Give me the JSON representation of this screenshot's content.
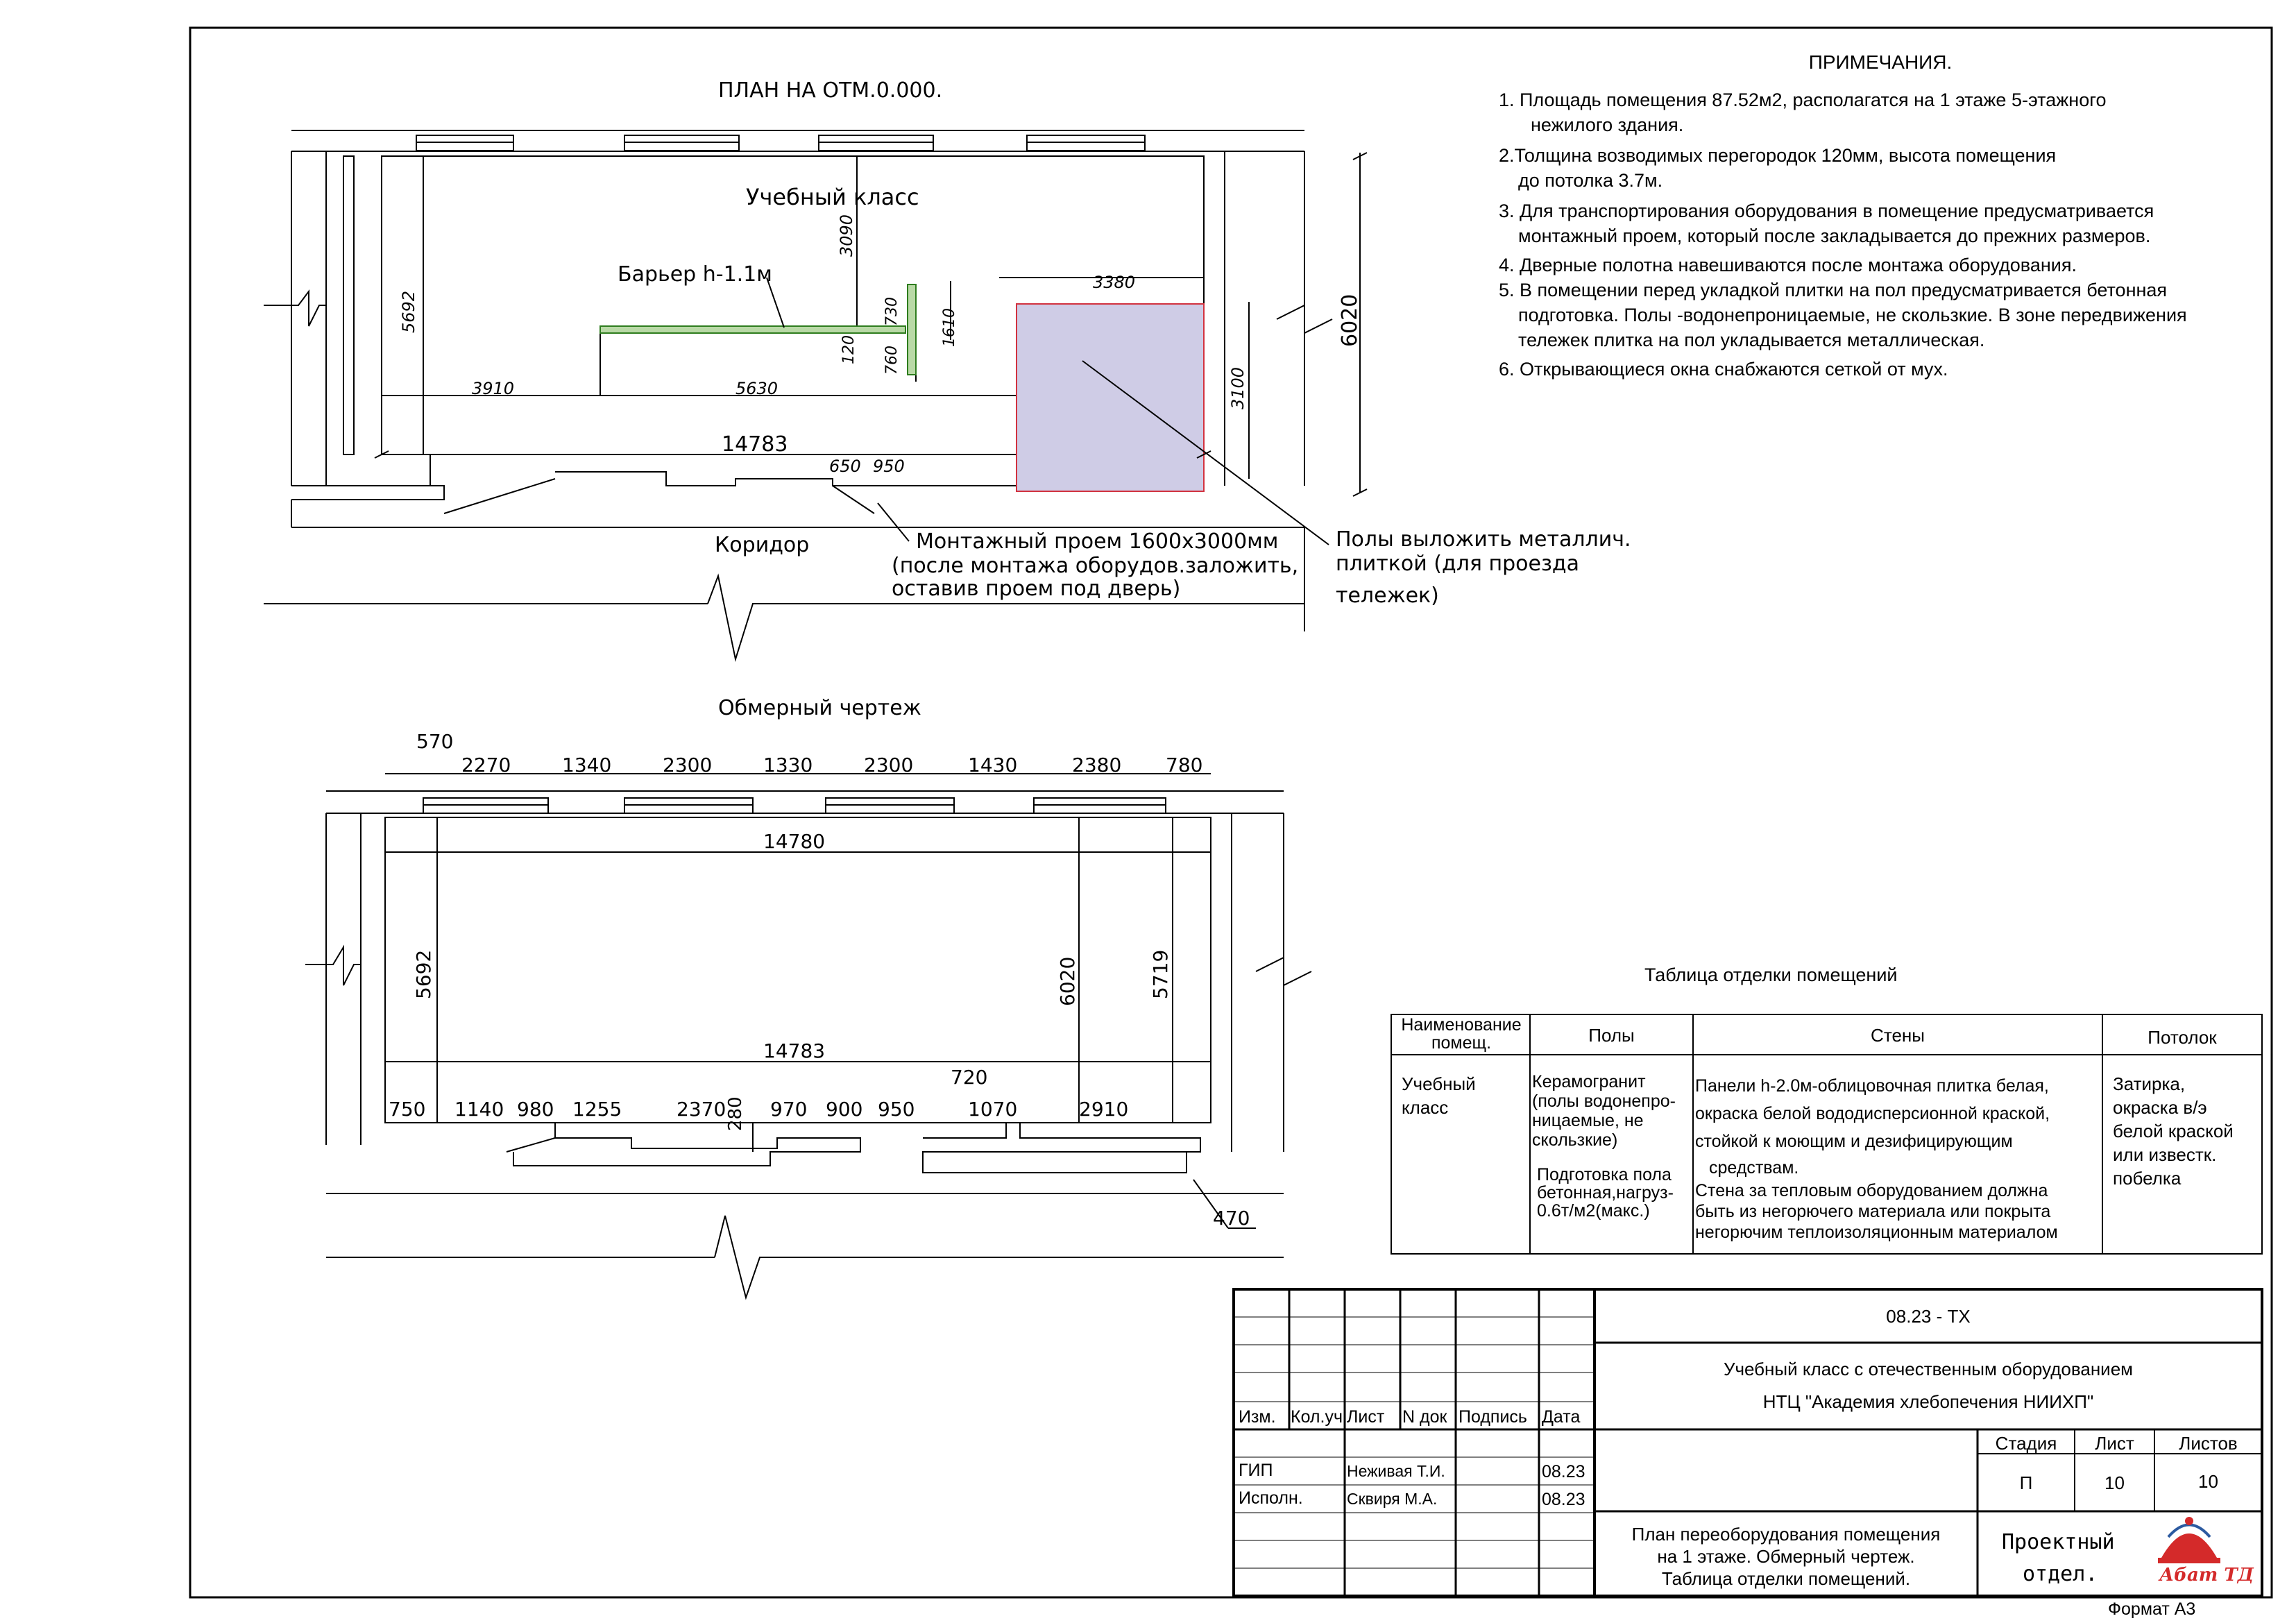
{
  "plan": {
    "title": "ПЛАН НА ОТМ.0.000.",
    "room_label": "Учебный класс",
    "corridor_label": "Коридор",
    "barrier_label": "Барьер h-1.1м",
    "opening_label": [
      "Монтажный проем 1600х3000мм",
      "(после монтажа оборудов.заложить,",
      "оставив проем под дверь)"
    ],
    "floor_label": [
      "Полы выложить металлич.",
      "плиткой (для проезда",
      "тележек)"
    ],
    "dims": {
      "d3090": "3090",
      "d5692": "5692",
      "d3910": "3910",
      "d5630": "5630",
      "d14783": "14783",
      "d650": "650",
      "d950": "950",
      "d3380": "3380",
      "d3100": "3100",
      "d6020": "6020",
      "d730": "730",
      "d1610": "1610",
      "d120": "120",
      "d760": "760"
    }
  },
  "survey": {
    "title": "Обмерный чертеж",
    "top_dims": [
      "570",
      "2270",
      "1340",
      "2300",
      "1330",
      "2300",
      "1430",
      "2380",
      "780"
    ],
    "d14780": "14780",
    "d5692": "5692",
    "d6020": "6020",
    "d5719": "5719",
    "d14783": "14783",
    "bottom_dims": [
      "750",
      "1140",
      "980",
      "1255",
      "2370",
      "280",
      "970",
      "900",
      "950",
      "1070",
      "2910"
    ],
    "d720": "720",
    "d470": "470"
  },
  "notes": {
    "header": "ПРИМЕЧАНИЯ.",
    "items": [
      [
        "1.  Площадь помещения 87.52м2, располагатся на 1 этаже 5-этажного",
        "нежилого здания."
      ],
      [
        "2.Толщина возводимых перегородок 120мм, высота помещения",
        "до потолка 3.7м."
      ],
      [
        "3. Для транспортирования оборудования в помещение предусматривается",
        "монтажный проем, который после закладывается до прежних размеров."
      ],
      [
        "4. Дверные полотна навешиваются после монтажа оборудования."
      ],
      [
        "5. В помещении перед укладкой плитки на пол предусматривается бетонная",
        "подготовка. Полы -водонепроницаемые, не скользкие. В зоне передвижения",
        "тележек плитка на пол укладывается металлическая."
      ],
      [
        "6. Открывающиеся окна снабжаются сеткой от мух."
      ]
    ]
  },
  "finish_table": {
    "caption": "Таблица отделки помещений",
    "headers": {
      "name": "Наименование помещ.",
      "floors": "Полы",
      "walls": "Стены",
      "ceiling": "Потолок"
    },
    "row": {
      "name": "Учебный класс",
      "floors_1": "Керамогранит (полы водонепро- ницаемые, не скользкие)",
      "floors_2": "Подготовка пола бетонная,нагруз- 0.6т/м2(макс.)",
      "walls": [
        "Панели h-2.0м-облицовочная плитка белая,",
        "окраска белой вододисперсионной краской,",
        "стойкой к моющим и дезифицирующим",
        "средствам.",
        "Стена за тепловым оборудованием должна",
        "быть из негорючего материала или покрыта",
        "негорючим теплоизоляционным материалом"
      ],
      "ceiling": [
        "Затирка,",
        "окраска в/э",
        "белой краской",
        "или известк.",
        "побелка"
      ]
    }
  },
  "title_block": {
    "code": "08.23 - ТХ",
    "project": "Учебный класс с отечественным оборудованием",
    "org": "НТЦ \"Академия хлебопечения НИИХП\"",
    "columns": [
      "Изм.",
      "Кол.уч",
      "Лист",
      "N док",
      "Подпись",
      "Дата"
    ],
    "rows": [
      {
        "role": "ГИП",
        "name": "Неживая Т.И.",
        "date": "08.23"
      },
      {
        "role": "Исполн.",
        "name": "Сквиря М.А.",
        "date": "08.23"
      }
    ],
    "stage_label": "Стадия",
    "sheet_label": "Лист",
    "sheets_label": "Листов",
    "stage": "П",
    "sheet": "10",
    "sheets": "10",
    "sheet_title": [
      "План переоборудования помещения",
      "на 1 этаже. Обмерный чертеж.",
      "Таблица отделки помещений."
    ],
    "dept": [
      "Проектный",
      "отдел."
    ],
    "logo_text": "Абат ТД",
    "format": "Формат А3"
  }
}
